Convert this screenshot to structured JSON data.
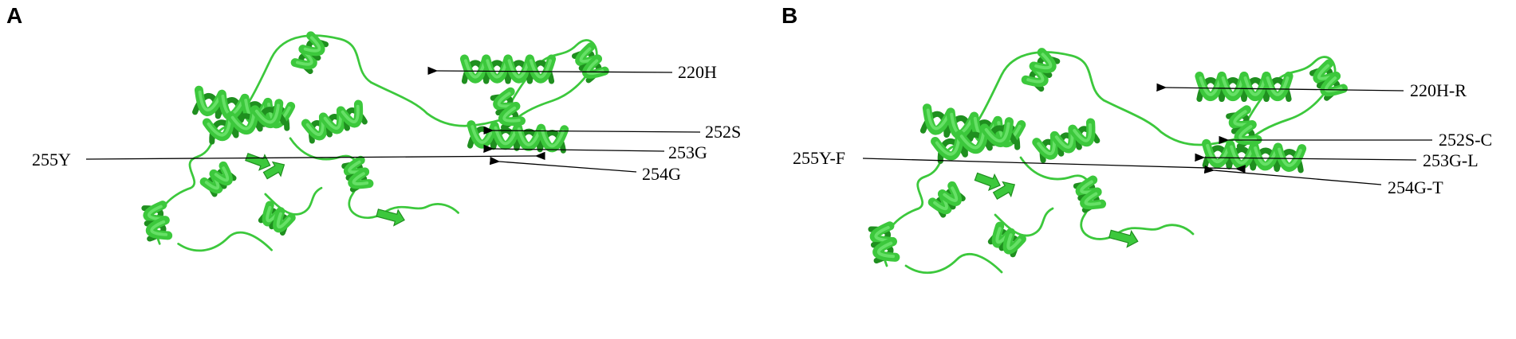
{
  "panels": [
    {
      "letter": "A",
      "labels": [
        "220H",
        "252S",
        "253G",
        "254G",
        "255Y"
      ]
    },
    {
      "letter": "B",
      "labels": [
        "220H-R",
        "252S-C",
        "253G-L",
        "254G-T",
        "255Y-F"
      ]
    }
  ],
  "colors": {
    "ribbon_light": "#66e066",
    "ribbon_mid": "#3cc83c",
    "ribbon_dark": "#1f8f1f",
    "leader_line": "#000000"
  }
}
